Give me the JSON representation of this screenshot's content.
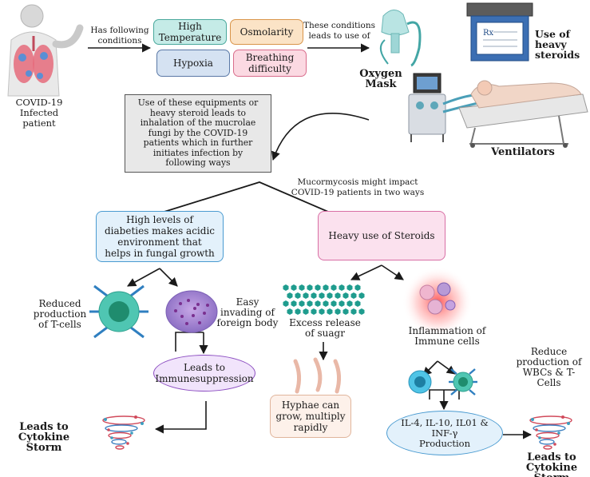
{
  "patient": {
    "label": "COVID-19\nInfected patient"
  },
  "arrow_label_conditions": "Has following\nconditions",
  "conditions": {
    "high_temp": "High\nTemperature",
    "osmolarity": "Osmolarity",
    "hypoxia": "Hypoxia",
    "breathing": "Breathing\ndifficulty"
  },
  "arrow_label_use": "These conditions\nleads to use of",
  "oxygen_mask": "Oxygen Mask",
  "steroids": "Use of heavy\nsteroids",
  "ventilators": "Ventilators",
  "inhalation_box": "Use of these equipments or\nheavy steroid leads to\ninhalation of the mucrolae\nfungi by the COVID-19\npatients which in further\ninitiates infection by\nfollowing ways",
  "mucor_label": "Mucormycosis might impact\nCOVID-19 patients in two ways",
  "diabetes_box": "High levels of\ndiabeties makes acidic\nenvironment that\nhelps in fungal growth",
  "steroid_box": "Heavy use of Steroids",
  "reduced_tcells": "Reduced\nproduction\nof T-cells",
  "easy_invading": "Easy\ninvading of\nforeign body",
  "immuno_box": "Leads to\nImmunesuppression",
  "cytokine_left": "Leads to\nCytokine Storm",
  "excess_sugar": "Excess release\nof suagr",
  "inflammation": "Inflammation of\nImmune cells",
  "reduce_wbc": "Reduce\nproduction of\nWBCs & T-Cells",
  "hyphae_box": "Hyphae can\ngrow, multiply\nrapidly",
  "il_box": "IL-4, IL-10, IL01 &\nINF-γ\nProduction",
  "cytokine_right": "Leads to\nCytokine Storm",
  "rx_label": "Rx",
  "colors": {
    "teal_fill": "#c5ebe7",
    "teal_border": "#49a89c",
    "orange_fill": "#fbe3c6",
    "orange_border": "#d9954a",
    "blue_fill": "#d5e2f2",
    "blue_border": "#5a78a6",
    "pink_fill": "#fbd9e2",
    "pink_border": "#d96d8c",
    "gray_fill": "#e8e8e8",
    "gray_border": "#555555",
    "diab_fill": "#e3f1fb",
    "diab_border": "#4a9bd1",
    "steroid_fill": "#fbe1ee",
    "steroid_border": "#d86fa5",
    "immuno_fill": "#f1e4fb",
    "immuno_border": "#8c4ec1",
    "hyphae_fill": "#fdf1ea",
    "hyphae_border": "#e0b59c"
  }
}
